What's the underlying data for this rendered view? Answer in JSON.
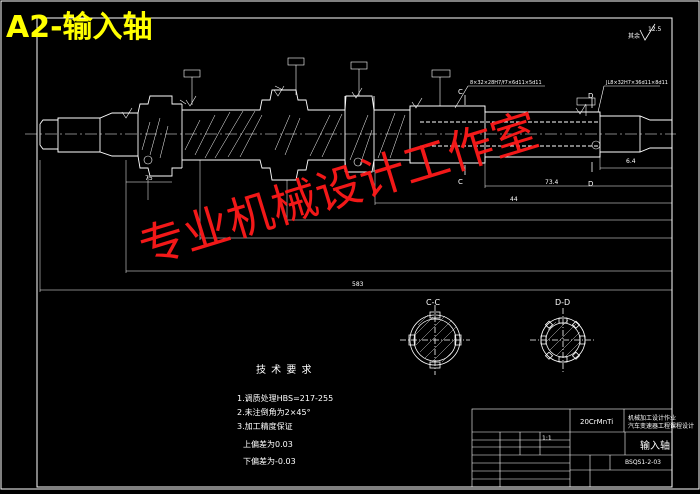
{
  "drawing": {
    "title": "A2-输入轴",
    "watermark": "专业机械设计工作室",
    "roughness_note": "其余",
    "roughness_value": "12.5"
  },
  "sections": {
    "cc_label": "C-C",
    "dd_label": "D-D",
    "c_mark": "C",
    "d_mark": "D"
  },
  "requirements": {
    "heading": "技 术 要 求",
    "items": [
      "1.调质处理HBS=217-255",
      "2.未注倒角为2×45°",
      "3.加工精度保证"
    ],
    "sub_items": [
      "上偏差为0.03",
      "下偏差为-0.03"
    ]
  },
  "dimensions": {
    "total_length": "583",
    "d1": "75",
    "d2": "73.4",
    "d3": "44",
    "d4": "6.4"
  },
  "callouts": {
    "spline1": "8×32×28H7/f7×6d11×5d11",
    "spline2": "JL8×32H7×36d11×8d11"
  },
  "title_block": {
    "material": "20CrMnTi",
    "part_name": "输入轴",
    "school": "机械加工设计作业",
    "project": "汽车变速器工程课程设计",
    "scale": "1:1",
    "drawing_no": "BSQS1-2-03"
  }
}
